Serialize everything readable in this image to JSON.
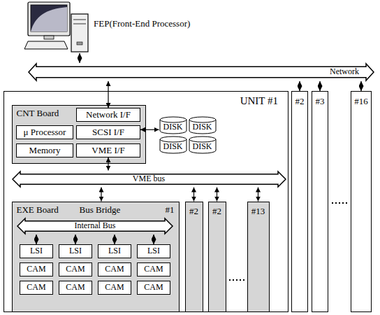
{
  "diagram": {
    "nodes": [
      {
        "text": [
          "FEP(Front-End Processor)"
        ]
      },
      {
        "text": [
          "Network"
        ]
      },
      {
        "text": [
          "UNIT #1"
        ]
      },
      {
        "text": [
          "#2"
        ]
      },
      {
        "text": [
          "#3"
        ]
      },
      {
        "text": [
          "#16"
        ]
      },
      {
        "text": [
          "CNT Board"
        ],
        "in": 2
      },
      {
        "text": [
          "Network I/F"
        ],
        "in": 6
      },
      {
        "text": [
          "μ Processor"
        ],
        "in": 6
      },
      {
        "text": [
          "SCSI I/F"
        ],
        "in": 6
      },
      {
        "text": [
          "Memory"
        ],
        "in": 6
      },
      {
        "text": [
          "VME I/F"
        ],
        "in": 6
      },
      {
        "text": [
          "DISK"
        ],
        "in": 2
      },
      {
        "text": [
          "DISK"
        ],
        "in": 2
      },
      {
        "text": [
          "DISK"
        ],
        "in": 2
      },
      {
        "text": [
          "DISK"
        ],
        "in": 2
      },
      {
        "text": [
          "VME bus"
        ],
        "in": 2
      },
      {
        "text": [
          "EXE Board",
          "Bus Bridge",
          "#1"
        ],
        "in": 2
      },
      {
        "text": [
          "#2"
        ],
        "in": 2
      },
      {
        "text": [
          "#2"
        ],
        "in": 2
      },
      {
        "text": [
          "#13"
        ],
        "in": 2
      },
      {
        "text": [
          "Internal Bus"
        ],
        "in": 17
      },
      {
        "text": [
          "LSI"
        ],
        "in": 17
      },
      {
        "text": [
          "LSI"
        ],
        "in": 17
      },
      {
        "text": [
          "LSI"
        ],
        "in": 17
      },
      {
        "text": [
          "LSI"
        ],
        "in": 17
      },
      {
        "text": [
          "CAM"
        ],
        "in": 17
      },
      {
        "text": [
          "CAM"
        ],
        "in": 17
      },
      {
        "text": [
          "CAM"
        ],
        "in": 17
      },
      {
        "text": [
          "CAM"
        ],
        "in": 17
      },
      {
        "text": [
          "CAM"
        ],
        "in": 17
      },
      {
        "text": [
          "CAM"
        ],
        "in": 17
      },
      {
        "text": [
          "CAM"
        ],
        "in": 17
      },
      {
        "text": [
          "CAM"
        ],
        "in": 17
      }
    ],
    "edges": [
      {
        "from": 0,
        "to": 1,
        "arrow": "both"
      },
      {
        "from": 1,
        "to": 7,
        "arrow": "both"
      },
      {
        "from": 1,
        "to": 3,
        "arrow": "both"
      },
      {
        "from": 1,
        "to": 4,
        "arrow": "both"
      },
      {
        "from": 1,
        "to": 5,
        "arrow": "both"
      },
      {
        "from": 9,
        "to": 12,
        "arrow": "both"
      },
      {
        "from": 11,
        "to": 16,
        "arrow": "both"
      },
      {
        "from": 16,
        "to": 17,
        "arrow": "both"
      },
      {
        "from": 16,
        "to": 18,
        "arrow": "both"
      },
      {
        "from": 16,
        "to": 19,
        "arrow": "both"
      },
      {
        "from": 16,
        "to": 20,
        "arrow": "both"
      },
      {
        "from": 21,
        "to": 22,
        "arrow": "both"
      },
      {
        "from": 21,
        "to": 23,
        "arrow": "both"
      },
      {
        "from": 21,
        "to": 24,
        "arrow": "both"
      },
      {
        "from": 21,
        "to": 25,
        "arrow": "both"
      }
    ]
  }
}
